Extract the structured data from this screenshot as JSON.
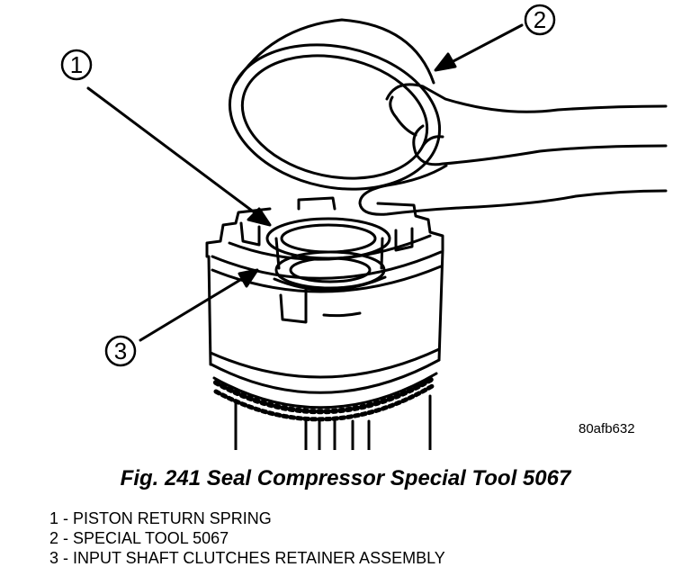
{
  "callouts": [
    "1",
    "2",
    "3"
  ],
  "figure_id": "80afb632",
  "caption": "Fig. 241 Seal Compressor Special Tool 5067",
  "legend": [
    "1 - PISTON RETURN SPRING",
    "2 - SPECIAL TOOL 5067",
    "3 - INPUT SHAFT CLUTCHES RETAINER ASSEMBLY"
  ]
}
